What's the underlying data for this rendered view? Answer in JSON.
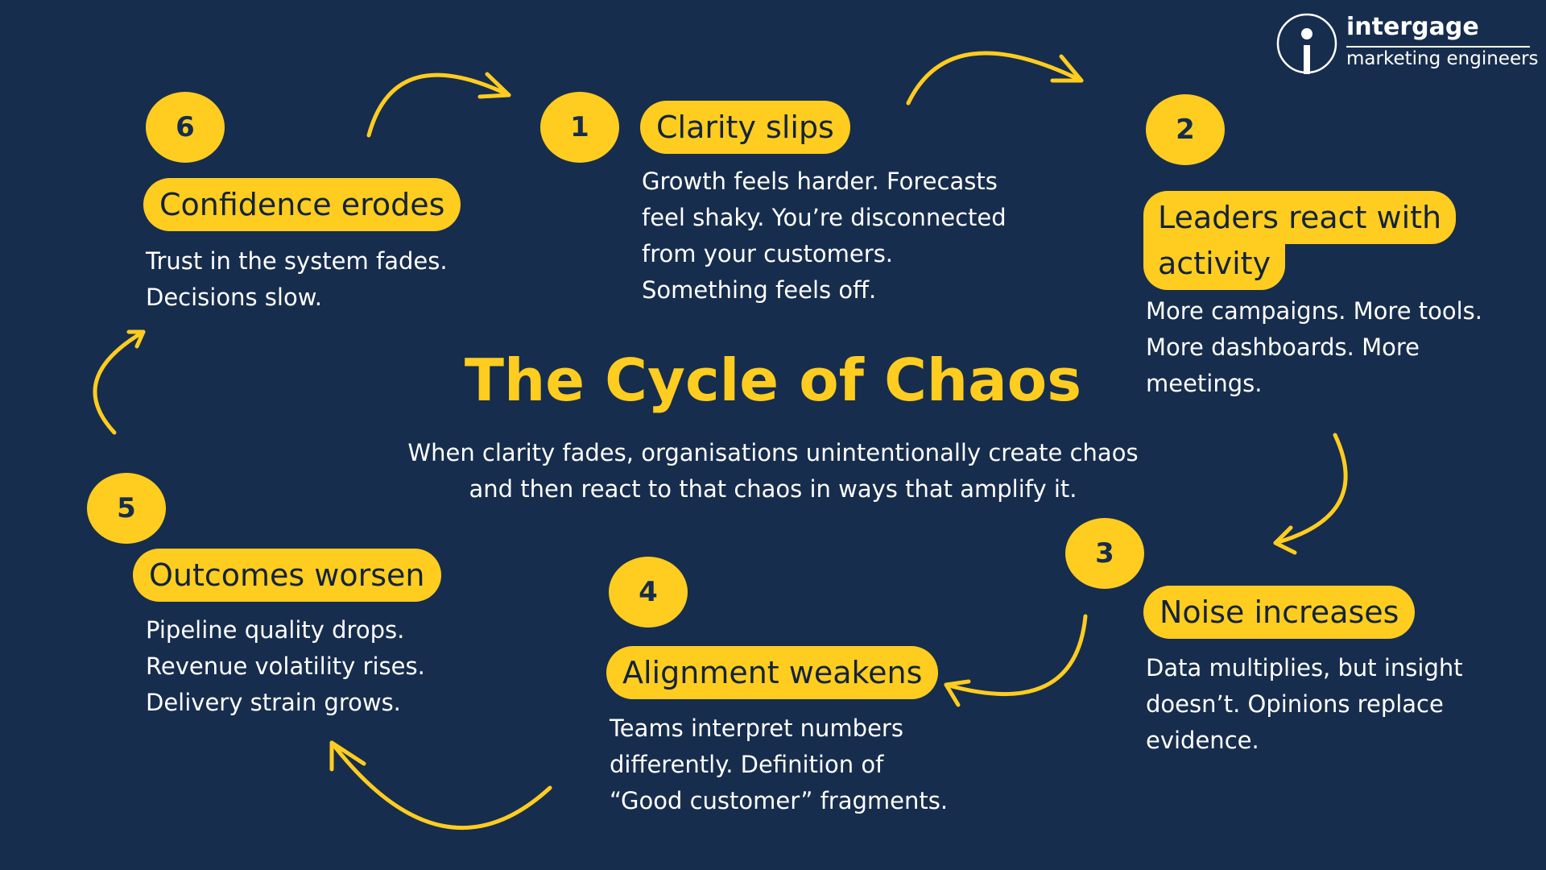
{
  "logo": {
    "name": "intergage",
    "tagline": "marketing engineers"
  },
  "title": "The Cycle of Chaos",
  "subtitle": "When clarity fades, organisations unintentionally create chaos and then react to that chaos in ways that amplify it.",
  "steps": [
    {
      "number": "1",
      "heading": "Clarity slips",
      "lines": [
        "Growth feels harder. Forecasts",
        "feel shaky. You’re disconnected",
        "from your customers.",
        "Something feels off."
      ]
    },
    {
      "number": "2",
      "heading_line1": "Leaders react with",
      "heading_line2": "activity",
      "lines": [
        "More campaigns. More tools.",
        "More dashboards. More",
        "meetings."
      ]
    },
    {
      "number": "3",
      "heading": "Noise increases",
      "lines": [
        "Data multiplies, but insight",
        "doesn’t. Opinions replace",
        "evidence."
      ]
    },
    {
      "number": "4",
      "heading": "Alignment weakens",
      "lines": [
        "Teams interpret numbers",
        "differently. Definition of",
        "“Good customer” fragments."
      ]
    },
    {
      "number": "5",
      "heading": "Outcomes worsen",
      "lines": [
        "Pipeline quality drops.",
        "Revenue volatility rises.",
        "Delivery strain grows."
      ]
    },
    {
      "number": "6",
      "heading": "Confidence erodes",
      "lines": [
        "Trust in the system fades.",
        "Decisions slow."
      ]
    }
  ],
  "colors": {
    "background": "#172d4d",
    "accent": "#ffcd1f",
    "text": "#ffffff"
  },
  "icons": [
    "logo-i-icon",
    "curved-arrow-icon"
  ]
}
